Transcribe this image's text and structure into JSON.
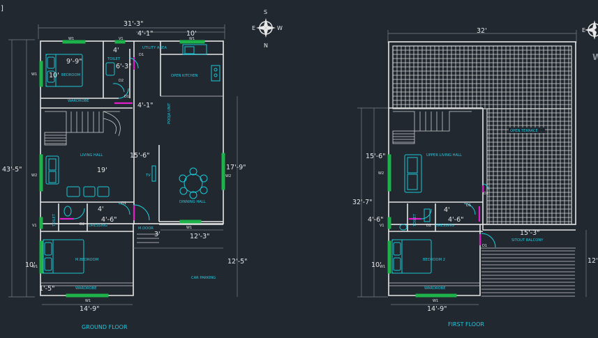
{
  "corner_mark": "]",
  "ground": {
    "title": "GROUND FLOOR",
    "dims": {
      "overall_width": "31'-3\"",
      "overall_height": "43'-5\"",
      "bedroom_w": "9'-9\"",
      "bedroom_h": "10'",
      "toilet_w": "4'",
      "toilet_h": "6'-3\"",
      "utility_w": "4'-1\"",
      "kitchen_w": "10'",
      "pooja_w": "4'-1\"",
      "hall_w": "15'-6\"",
      "living_w": "19'",
      "dining_h": "17'-9\"",
      "toilet2_w": "4'",
      "dressing_h": "4'-6\"",
      "door_w": "3'",
      "parking_w": "12'-3\"",
      "parking_h": "12'-5\"",
      "mbed_h": "10'",
      "wardrobe_h": "1'-5\"",
      "mbed_w": "14'-9\""
    },
    "rooms": {
      "bedroom": "BEDROOM",
      "toilet": "TOILET",
      "utility": "UTILITY AREA",
      "kitchen": "OPEN KITCHEN",
      "wardrobe_top": "WARDROBE",
      "pooja": "POOJA UNIT",
      "living": "LIVING HALL",
      "tv": "TV",
      "dining": "DINNING HALL",
      "toilet2": "TOILET",
      "dressing": "DRESSING",
      "mdoor": "M.DOOR",
      "mbedroom": "M.BEDROOM",
      "wardrobe_bottom": "WARDROBE",
      "parking": "CAR PARKING"
    },
    "tags": {
      "w1a": "W1",
      "v1a": "V1",
      "w1b": "W1",
      "w1c": "W1",
      "w2a": "W2",
      "w2b": "W2",
      "d1a": "D1",
      "d2a": "D2",
      "d1b": "D1",
      "d1c": "D1",
      "d2b": "D2",
      "v1b": "V1",
      "w1d": "W1",
      "w1e": "W1",
      "w1f": "W1"
    }
  },
  "first": {
    "title": "FIRST FLOOR",
    "dims": {
      "overall_width": "32'",
      "stair_h": "15'-6\"",
      "total_h": "32'-7\"",
      "dressing_left": "4'-6\"",
      "toilet_w": "4'",
      "dressing_h": "4'-6\"",
      "balcony_w": "15'-3\"",
      "bed_h": "10'",
      "bed_w": "14'-9\"",
      "balcony_h": "12'"
    },
    "rooms": {
      "terrace": "OPEN TERRACE",
      "living": "UPPER LIVING HALL",
      "toilet": "TOILET",
      "dressing": "DRESSING",
      "balcony": "SITOUT BALCONY",
      "bedroom": "BEDROOM 2",
      "wardrobe": "WARDROBE"
    },
    "tags": {
      "w2": "W2",
      "d1a": "D1",
      "d1b": "D1",
      "d1c": "D1",
      "d2": "D2",
      "v1": "V1",
      "w1a": "W1",
      "w1b": "W1"
    }
  },
  "compass": {
    "north": "N",
    "south": "S",
    "east": "E",
    "west": "W"
  },
  "cutoff_text": "W"
}
